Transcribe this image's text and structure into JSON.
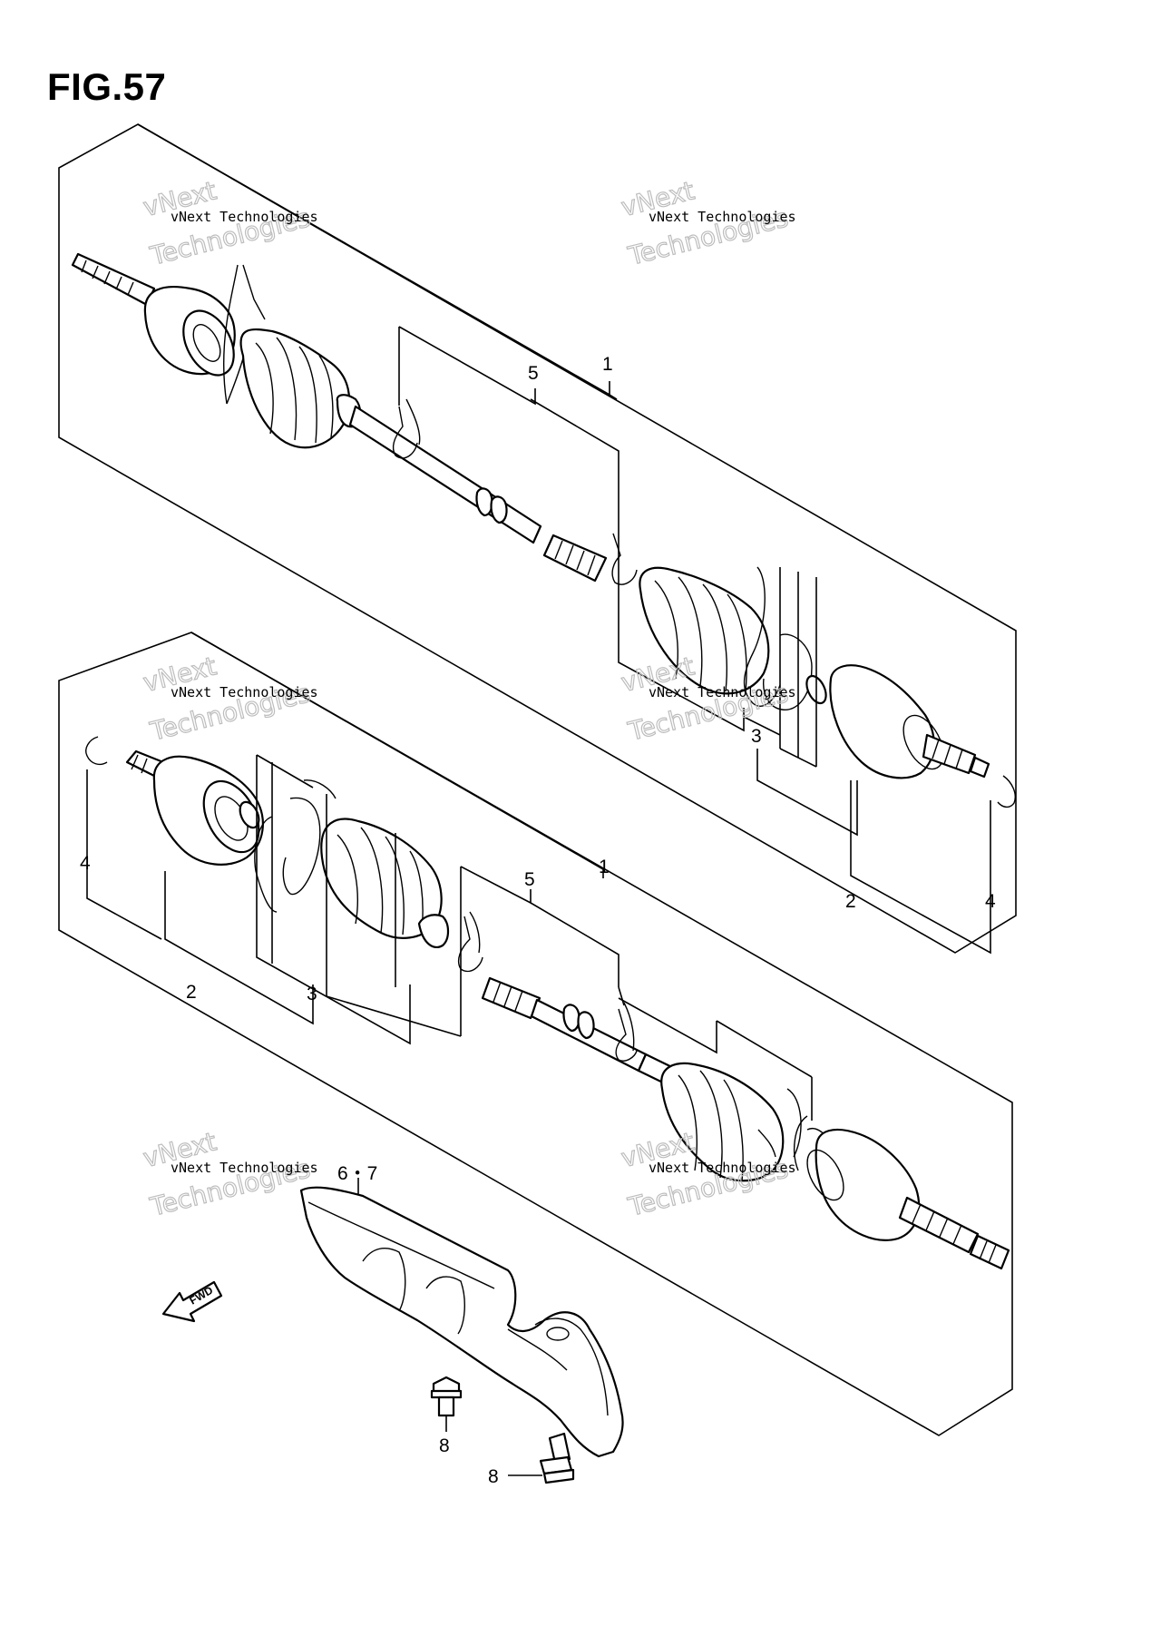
{
  "figure": {
    "title": "FIG.57"
  },
  "callouts": {
    "upper_assembly": "1",
    "upper_shaft": "5",
    "upper_boot_kit": "3",
    "upper_outer_joint": "2",
    "upper_circlip": "4",
    "lower_assembly": "1",
    "lower_shaft": "5",
    "lower_circlip": "4",
    "lower_inner_joint": "2",
    "lower_boot_kit": "3",
    "heat_shield": "6・7",
    "bolt_a": "8",
    "bolt_b": "8"
  },
  "fwd_arrow": {
    "label": "FWD"
  },
  "watermark": {
    "line1": "vNext Technologies",
    "overlay_top": "vNext",
    "overlay_bottom": "Technologies"
  }
}
